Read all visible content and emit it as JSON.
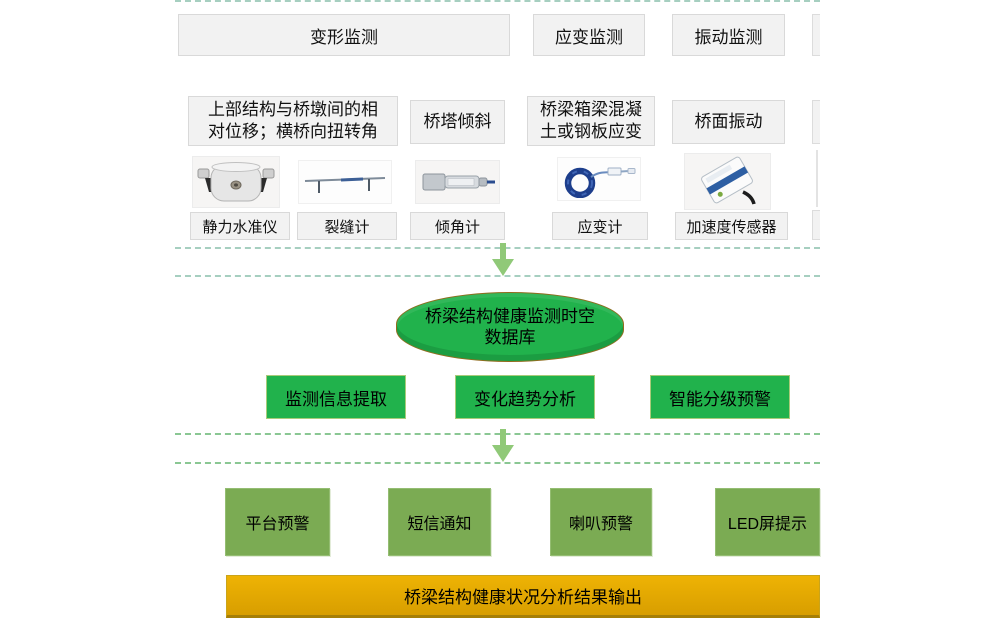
{
  "palette": {
    "bright_green": "#21b24c",
    "olive_green": "#7bab53",
    "gold": "#dfa700",
    "arrow_green": "#90c978",
    "dash_teal": "#a6cfc0",
    "dash_green": "#8ac793",
    "box_gray": "#f2f2f2"
  },
  "headers": [
    {
      "label": "变形监测"
    },
    {
      "label": "应变监测"
    },
    {
      "label": "振动监测"
    }
  ],
  "descriptions": [
    {
      "text": "上部结构与桥墩间的相对位移；横桥向扭转角"
    },
    {
      "text": "桥塔倾斜"
    },
    {
      "text": "桥梁箱梁混凝土或钢板应变"
    },
    {
      "text": "桥面振动"
    }
  ],
  "sensors": [
    {
      "label": "静力水准仪",
      "icon": "hydrostatic-level-gauge"
    },
    {
      "label": "裂缝计",
      "icon": "crack-meter"
    },
    {
      "label": "倾角计",
      "icon": "inclinometer"
    },
    {
      "label": "应变计",
      "icon": "strain-gauge"
    },
    {
      "label": "加速度传感器",
      "icon": "accelerometer"
    }
  ],
  "database": {
    "label": "桥梁结构健康监测时空数据库"
  },
  "analysis_boxes": [
    {
      "label": "监测信息提取"
    },
    {
      "label": "变化趋势分析"
    },
    {
      "label": "智能分级预警"
    }
  ],
  "alert_boxes": [
    {
      "label": "平台预警"
    },
    {
      "label": "短信通知"
    },
    {
      "label": "喇叭预警"
    },
    {
      "label": "LED屏提示"
    }
  ],
  "output_bar": {
    "label": "桥梁结构健康状况分析结果输出"
  }
}
